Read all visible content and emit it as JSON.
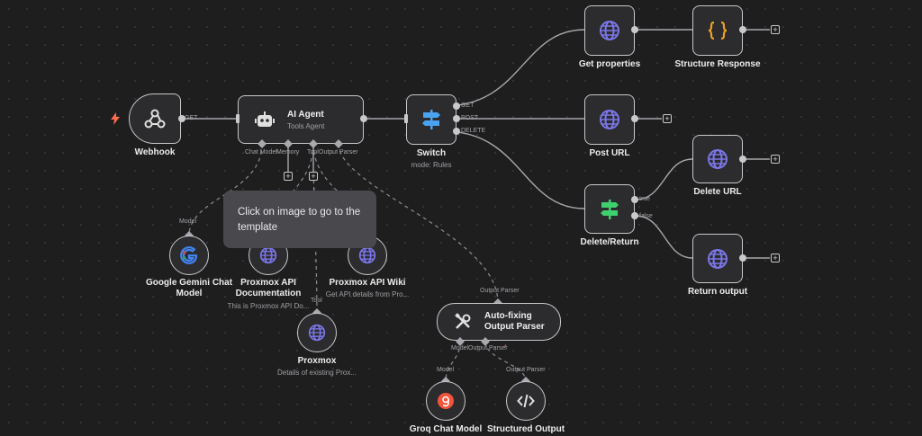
{
  "nodes": {
    "webhook": {
      "title": "Webhook",
      "port_label": "GET"
    },
    "ai_agent": {
      "title": "AI Agent",
      "subtitle": "Tools Agent",
      "ports": [
        "Chat Model",
        "Memory",
        "Tool",
        "Output Parser"
      ]
    },
    "switch": {
      "title": "Switch",
      "subtitle": "mode: Rules",
      "outputs": [
        "GET",
        "POST",
        "DELETE"
      ]
    },
    "get_properties": {
      "title": "Get properties"
    },
    "structure_response": {
      "title": "Structure Response"
    },
    "post_url": {
      "title": "Post URL"
    },
    "delete_url": {
      "title": "Delete URL"
    },
    "delete_return": {
      "title": "Delete/Return",
      "outputs": [
        "true",
        "false"
      ]
    },
    "return_output": {
      "title": "Return output"
    },
    "gemini": {
      "title": "Google Gemini Chat Model",
      "edge_label": "Model"
    },
    "proxmox_doc": {
      "title": "Proxmox API Documentation",
      "subtitle": "This is Proxmox API Do..."
    },
    "proxmox_wiki": {
      "title": "Proxmox API Wiki",
      "subtitle": "Get API details from Pro..."
    },
    "proxmox": {
      "title": "Proxmox",
      "subtitle": "Details of existing Prox...",
      "edge_label": "Tool"
    },
    "autofix": {
      "title": "Auto-fixing Output Parser",
      "edge_label": "Output Parser",
      "ports": [
        "Model",
        "Output Parser"
      ],
      "required_mark": "*"
    },
    "groq": {
      "title": "Groq Chat Model",
      "edge_label": "Model"
    },
    "structured": {
      "title": "Structured Output",
      "edge_label": "Output Parser"
    }
  },
  "tooltip": "Click on image to go to the template",
  "colors": {
    "accent_purple": "#7b76e8",
    "accent_blue": "#4aa3f0",
    "accent_green": "#3ecf6e",
    "accent_orange": "#f0a020",
    "trigger_red": "#ff6a4d"
  }
}
